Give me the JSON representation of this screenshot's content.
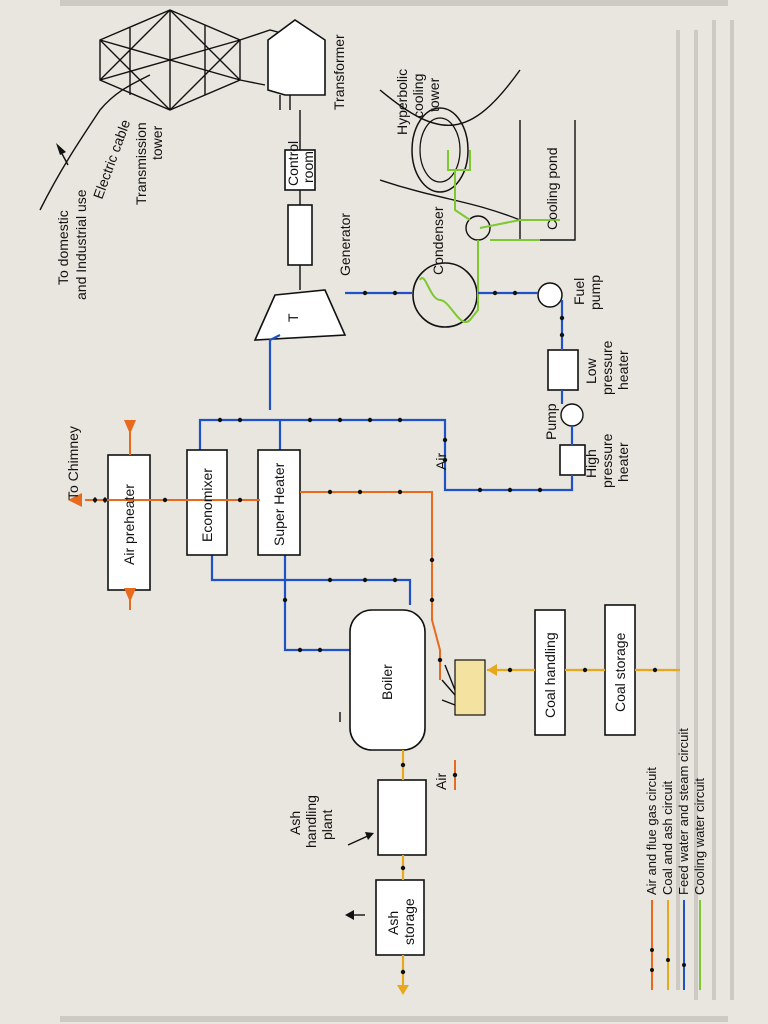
{
  "colors": {
    "air_flue_gas": "#e86a1e",
    "coal_ash": "#e8a81e",
    "feed_water_steam": "#1f52c4",
    "cooling_water": "#7ec832",
    "ink": "#111111",
    "paper": "#e9e6df"
  },
  "labels": {
    "to_domestic": "To domestic",
    "industrial_use": "and Industrial use",
    "electric_cable": "Electric cable",
    "transmission_tower_1": "Transmission",
    "transmission_tower_2": "tower",
    "transformer": "Transformer",
    "control_room_1": "Control",
    "control_room_2": "room",
    "generator": "Generator",
    "turbine": "T",
    "hyperbolic_1": "Hyperbolic",
    "hyperbolic_2": "cooling",
    "hyperbolic_3": "tower",
    "cooling_pond": "Cooling pond",
    "condenser": "Condenser",
    "fuel_pump_1": "Fuel",
    "fuel_pump_2": "pump",
    "low_pressure_1": "Low",
    "low_pressure_2": "pressure",
    "low_pressure_3": "heater",
    "pump": "Pump",
    "high_pressure_1": "High",
    "high_pressure_2": "pressure",
    "high_pressure_3": "heater",
    "to_chimney": "To Chimney",
    "air_preheater": "Air preheater",
    "economixer": "Economixer",
    "super_heater": "Super Heater",
    "boiler": "Boiler",
    "coal_handling": "Coal handling",
    "coal_storage": "Coal storage",
    "air_top": "Air",
    "air_bottom": "Air",
    "ash_handling_1": "Ash",
    "ash_handling_2": "handling",
    "ash_handling_3": "plant",
    "ash_storage_1": "Ash",
    "ash_storage_2": "storage"
  },
  "legend": [
    {
      "label": "Air and flue gas circuit",
      "color_key": "air_flue_gas"
    },
    {
      "label": "Coal and ash circuit",
      "color_key": "coal_ash"
    },
    {
      "label": "Feed water and steam circuit",
      "color_key": "feed_water_steam"
    },
    {
      "label": "Cooling water circuit",
      "color_key": "cooling_water"
    }
  ]
}
